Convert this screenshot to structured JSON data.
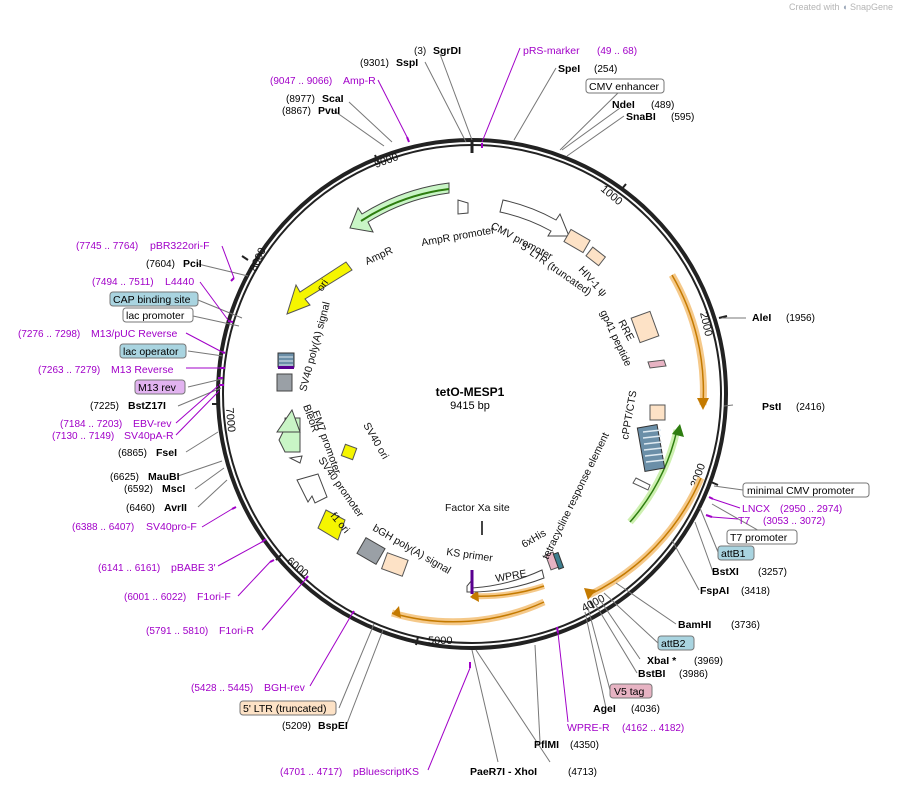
{
  "credit": {
    "prefix": "Created with",
    "brand": "SnapGene"
  },
  "plasmid": {
    "name": "tetO-MESP1",
    "size": "9415 bp"
  },
  "colors": {
    "primer": "#a100c8",
    "enzyme": "#000000",
    "backbone": "#222222"
  },
  "ticks": [
    "1000",
    "2000",
    "3000",
    "4000",
    "5000",
    "6000",
    "7000",
    "8000",
    "9000"
  ],
  "enzymes": [
    {
      "pos": "(3)",
      "name": "SgrDI"
    },
    {
      "pos": "(9301)",
      "name": "SspI"
    },
    {
      "pos": "(254)",
      "name": "SpeI"
    },
    {
      "pos": "(489)",
      "name": "NdeI"
    },
    {
      "pos": "(595)",
      "name": "SnaBI"
    },
    {
      "pos": "(8977)",
      "name": "ScaI"
    },
    {
      "pos": "(8867)",
      "name": "PvuI"
    },
    {
      "pos": "(7604)",
      "name": "PciI"
    },
    {
      "pos": "(1956)",
      "name": "AleI"
    },
    {
      "pos": "(2416)",
      "name": "PstI"
    },
    {
      "pos": "(7225)",
      "name": "BstZ17I"
    },
    {
      "pos": "(6865)",
      "name": "FseI"
    },
    {
      "pos": "(6625)",
      "name": "MauBI"
    },
    {
      "pos": "(6592)",
      "name": "MscI"
    },
    {
      "pos": "(6460)",
      "name": "AvrII"
    },
    {
      "pos": "(3257)",
      "name": "BstXI"
    },
    {
      "pos": "(3418)",
      "name": "FspAI"
    },
    {
      "pos": "(3736)",
      "name": "BamHI"
    },
    {
      "pos": "(3969)",
      "name": "XbaI *"
    },
    {
      "pos": "(3986)",
      "name": "BstBI"
    },
    {
      "pos": "(4036)",
      "name": "AgeI"
    },
    {
      "pos": "(4350)",
      "name": "PflMI"
    },
    {
      "pos": "(5209)",
      "name": "BspEI"
    },
    {
      "pos": "(4713)",
      "name": "PaeR7I - XhoI"
    }
  ],
  "primers": [
    {
      "name": "pRS-marker",
      "pos": "(49 .. 68)"
    },
    {
      "name": "Amp-R",
      "pos": "(9047 .. 9066)"
    },
    {
      "name": "pBR322ori-F",
      "pos": "(7745 .. 7764)"
    },
    {
      "name": "L4440",
      "pos": "(7494 .. 7511)"
    },
    {
      "name": "M13/pUC Reverse",
      "pos": "(7276 .. 7298)"
    },
    {
      "name": "M13 Reverse",
      "pos": "(7263 .. 7279)"
    },
    {
      "name": "EBV-rev",
      "pos": "(7184 .. 7203)"
    },
    {
      "name": "SV40pA-R",
      "pos": "(7130 .. 7149)"
    },
    {
      "name": "SV40pro-F",
      "pos": "(6388 .. 6407)"
    },
    {
      "name": "pBABE 3'",
      "pos": "(6141 .. 6161)"
    },
    {
      "name": "F1ori-F",
      "pos": "(6001 .. 6022)"
    },
    {
      "name": "F1ori-R",
      "pos": "(5791 .. 5810)"
    },
    {
      "name": "BGH-rev",
      "pos": "(5428 .. 5445)"
    },
    {
      "name": "pBluescriptKS",
      "pos": "(4701 .. 4717)"
    },
    {
      "name": "WPRE-R",
      "pos": "(4162 .. 4182)"
    },
    {
      "name": "LNCX",
      "pos": "(2950 .. 2974)"
    },
    {
      "name": "T7",
      "pos": "(3053 .. 3072)"
    }
  ],
  "boxed_features": [
    {
      "label": "CMV enhancer"
    },
    {
      "label": "CAP binding site"
    },
    {
      "label": "lac promoter"
    },
    {
      "label": "lac operator"
    },
    {
      "label": "M13 rev"
    },
    {
      "label": "minimal CMV promoter"
    },
    {
      "label": "T7 promoter"
    },
    {
      "label": "attB1"
    },
    {
      "label": "attB2"
    },
    {
      "label": "V5 tag"
    },
    {
      "label": "5' LTR (truncated)"
    }
  ],
  "inner_labels": {
    "cmv_promoter": "CMV promoter",
    "ltr5": "5' LTR (truncated)",
    "hiv": "HIV-1 ψ",
    "rre": "RRE",
    "gp41": "gp41 peptide",
    "cppt": "cPPT/CTS",
    "tre": "tetracycline response element",
    "hisx6": "6xHis",
    "wpre": "WPRE",
    "ks": "KS primer",
    "factorxa": "Factor Xa site",
    "bgh": "bGH poly(A) signal",
    "f1": "f1 ori",
    "sv40prom": "SV40 promoter",
    "em7": "EM7 promoter",
    "bleor": "BleoR",
    "sv40ori": "SV40 ori",
    "sv40pa": "SV40 poly(A) signal",
    "ori": "ori",
    "ampr": "AmpR",
    "ampr_prom": "AmpR promoter"
  }
}
